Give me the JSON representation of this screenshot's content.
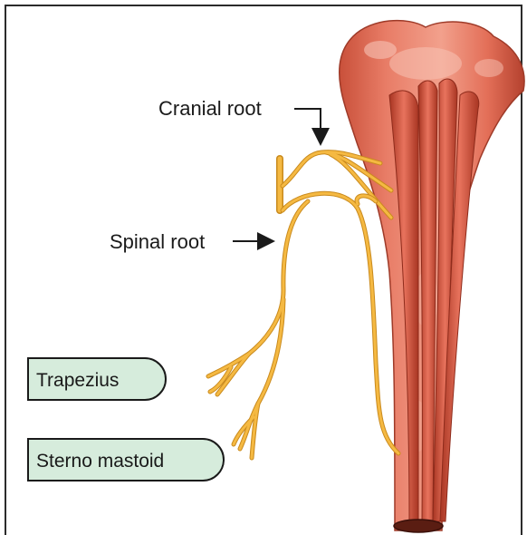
{
  "labels": {
    "cranial_root": "Cranial root",
    "spinal_root": "Spinal root"
  },
  "targets": {
    "trapezius": "Trapezius",
    "sternomastoid": "Sterno mastoid"
  },
  "colors": {
    "nerve": "#f5b942",
    "nerve_outline": "#c98a1d",
    "muscle": "#e8705a",
    "muscle_dark": "#b8432f",
    "pill_fill": "#d6ecdc",
    "frame": "#2b2b2b"
  }
}
